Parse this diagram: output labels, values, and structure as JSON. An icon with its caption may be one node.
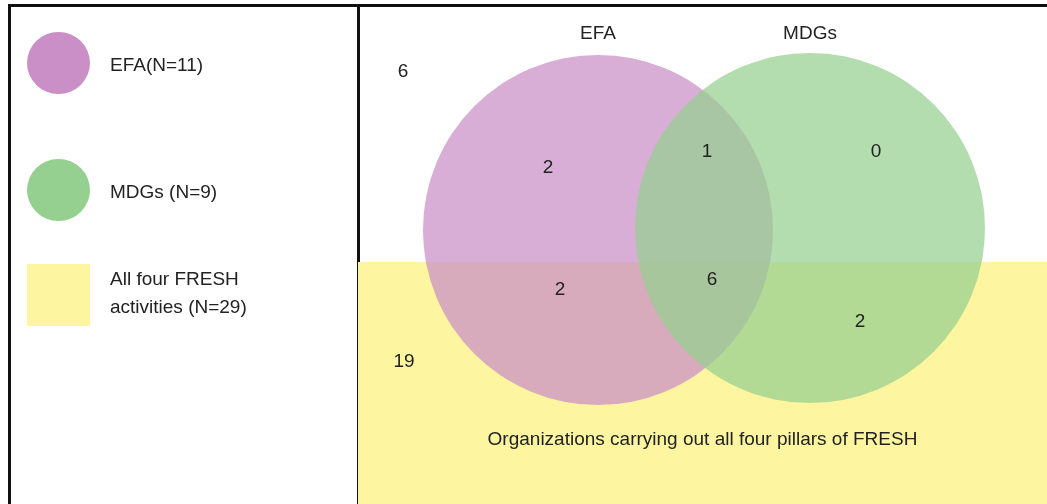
{
  "diagram": {
    "nodes": [
      {
        "text": [
          "Organizations carrying out all four pillars of FRESH"
        ]
      },
      {
        "text": [
          "EFA"
        ]
      },
      {
        "text": [
          "MDGs"
        ]
      }
    ],
    "labels": [
      "6",
      "1",
      "0",
      "2",
      "2",
      "6",
      "2",
      "19"
    ],
    "legend": [
      {
        "text": "EFA(N=11)",
        "color": "#c98fc6"
      },
      {
        "text": "MDGs (N=9)",
        "color": "#95d090"
      },
      {
        "text": "All four FRESH activities (N=29)",
        "color": "#fdf5a0"
      }
    ]
  }
}
